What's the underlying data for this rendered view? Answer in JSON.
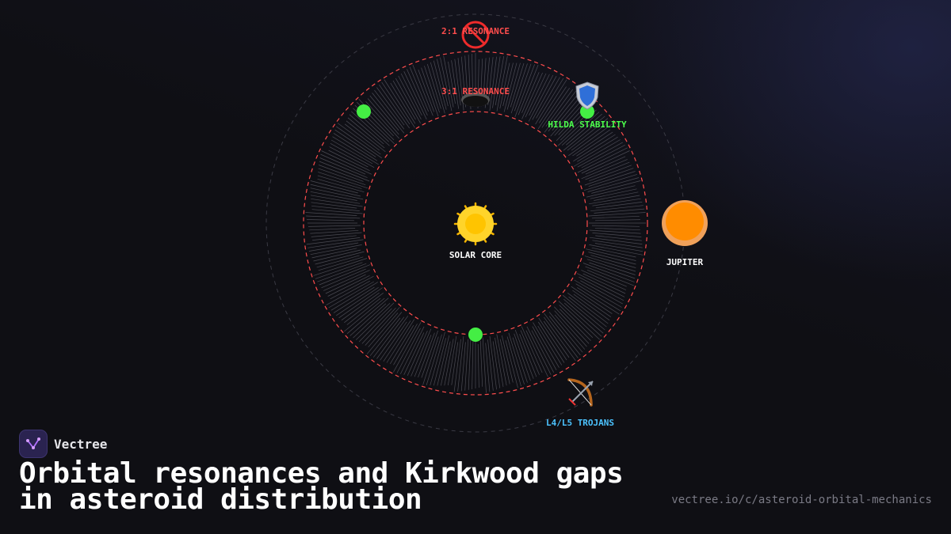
{
  "brand": {
    "name": "Vectree",
    "logo_icon": "vectree-logo-icon"
  },
  "title": "Orbital resonances and Kirkwood gaps in asteroid distribution",
  "url": "vectree.io/c/asteroid-orbital-mechanics",
  "diagram": {
    "center_label": "SOLAR CORE",
    "center_icon": "sun-icon",
    "planet_label": "JUPITER",
    "planet_icon": "orange-circle-icon",
    "resonance_2_1": {
      "label": "2:1 RESONANCE",
      "icon": "prohibited-icon",
      "color": "#ff4d4d"
    },
    "resonance_3_1": {
      "label": "3:1 RESONANCE",
      "icon": "hole-icon",
      "color": "#ff4d4d"
    },
    "hilda": {
      "label": "HILDA STABILITY",
      "icon": "shield-icon",
      "color": "#4cff4c"
    },
    "trojans": {
      "label": "L4/L5 TROJANS",
      "icon": "bow-and-arrow-icon",
      "color": "#4cc3ff"
    },
    "colors": {
      "ring": "#ff4d4d",
      "asteroid_node": "#44ee44",
      "background": "#0f0f14"
    }
  }
}
